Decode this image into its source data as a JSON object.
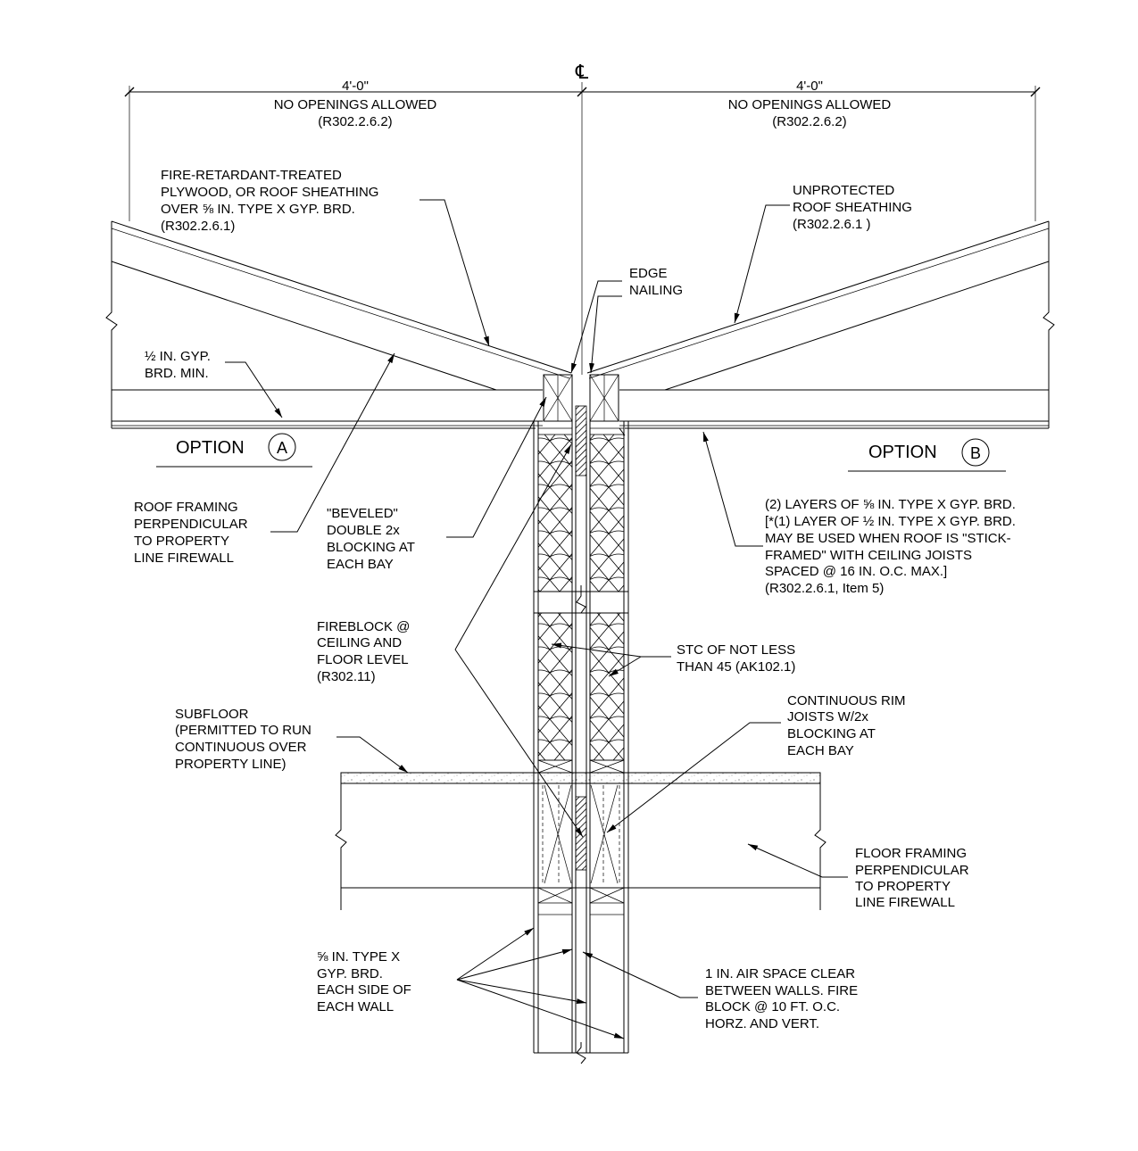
{
  "dimensions": {
    "left": {
      "dim": "4'-0\"",
      "note": "NO OPENINGS ALLOWED",
      "ref": "(R302.2.6.2)"
    },
    "right": {
      "dim": "4'-0\"",
      "note": "NO OPENINGS ALLOWED",
      "ref": "(R302.2.6.2)"
    },
    "centerline": "℄"
  },
  "options": {
    "a": {
      "label": "OPTION",
      "mark": "A"
    },
    "b": {
      "label": "OPTION",
      "mark": "B"
    }
  },
  "labels": {
    "fire_retardant": [
      "FIRE-RETARDANT-TREATED",
      "PLYWOOD, OR ROOF SHEATHING",
      "OVER ⅝ IN. TYPE X GYP. BRD.",
      "(R302.2.6.1)"
    ],
    "unprotected": [
      "UNPROTECTED",
      "ROOF SHEATHING",
      "(R302.2.6.1 )"
    ],
    "edge_nailing": [
      "EDGE",
      "NAILING"
    ],
    "half_gyp": [
      "½ IN. GYP.",
      "BRD. MIN."
    ],
    "roof_framing": [
      "ROOF FRAMING",
      "PERPENDICULAR",
      "TO PROPERTY",
      "LINE FIREWALL"
    ],
    "beveled": [
      "\"BEVELED\"",
      "DOUBLE 2x",
      "BLOCKING AT",
      "EACH BAY"
    ],
    "two_layers": [
      "(2) LAYERS OF ⅝ IN. TYPE X GYP. BRD.",
      "[*(1) LAYER OF ½ IN. TYPE X GYP. BRD.",
      "MAY BE USED WHEN ROOF IS \"STICK-",
      "FRAMED\" WITH CEILING JOISTS",
      "SPACED @ 16 IN. O.C. MAX.]",
      "(R302.2.6.1, Item 5)"
    ],
    "fireblock": [
      "FIREBLOCK @",
      "CEILING AND",
      "FLOOR LEVEL",
      "(R302.11)"
    ],
    "stc": [
      "STC OF NOT LESS",
      "THAN 45 (AK102.1)"
    ],
    "subfloor": [
      "SUBFLOOR",
      "(PERMITTED TO RUN",
      "CONTINUOUS OVER",
      "PROPERTY LINE)"
    ],
    "rim_joists": [
      "CONTINUOUS RIM",
      "JOISTS W/2x",
      "BLOCKING AT",
      "EACH BAY"
    ],
    "floor_framing": [
      "FLOOR FRAMING",
      "PERPENDICULAR",
      "TO PROPERTY",
      "LINE FIREWALL"
    ],
    "gyp_each_side": [
      "⅝ IN. TYPE X",
      "GYP. BRD.",
      "EACH SIDE OF",
      "EACH WALL"
    ],
    "air_space": [
      "1 IN. AIR SPACE CLEAR",
      "BETWEEN WALLS.  FIRE",
      "BLOCK @ 10 FT. O.C.",
      "HORZ. AND VERT."
    ]
  }
}
